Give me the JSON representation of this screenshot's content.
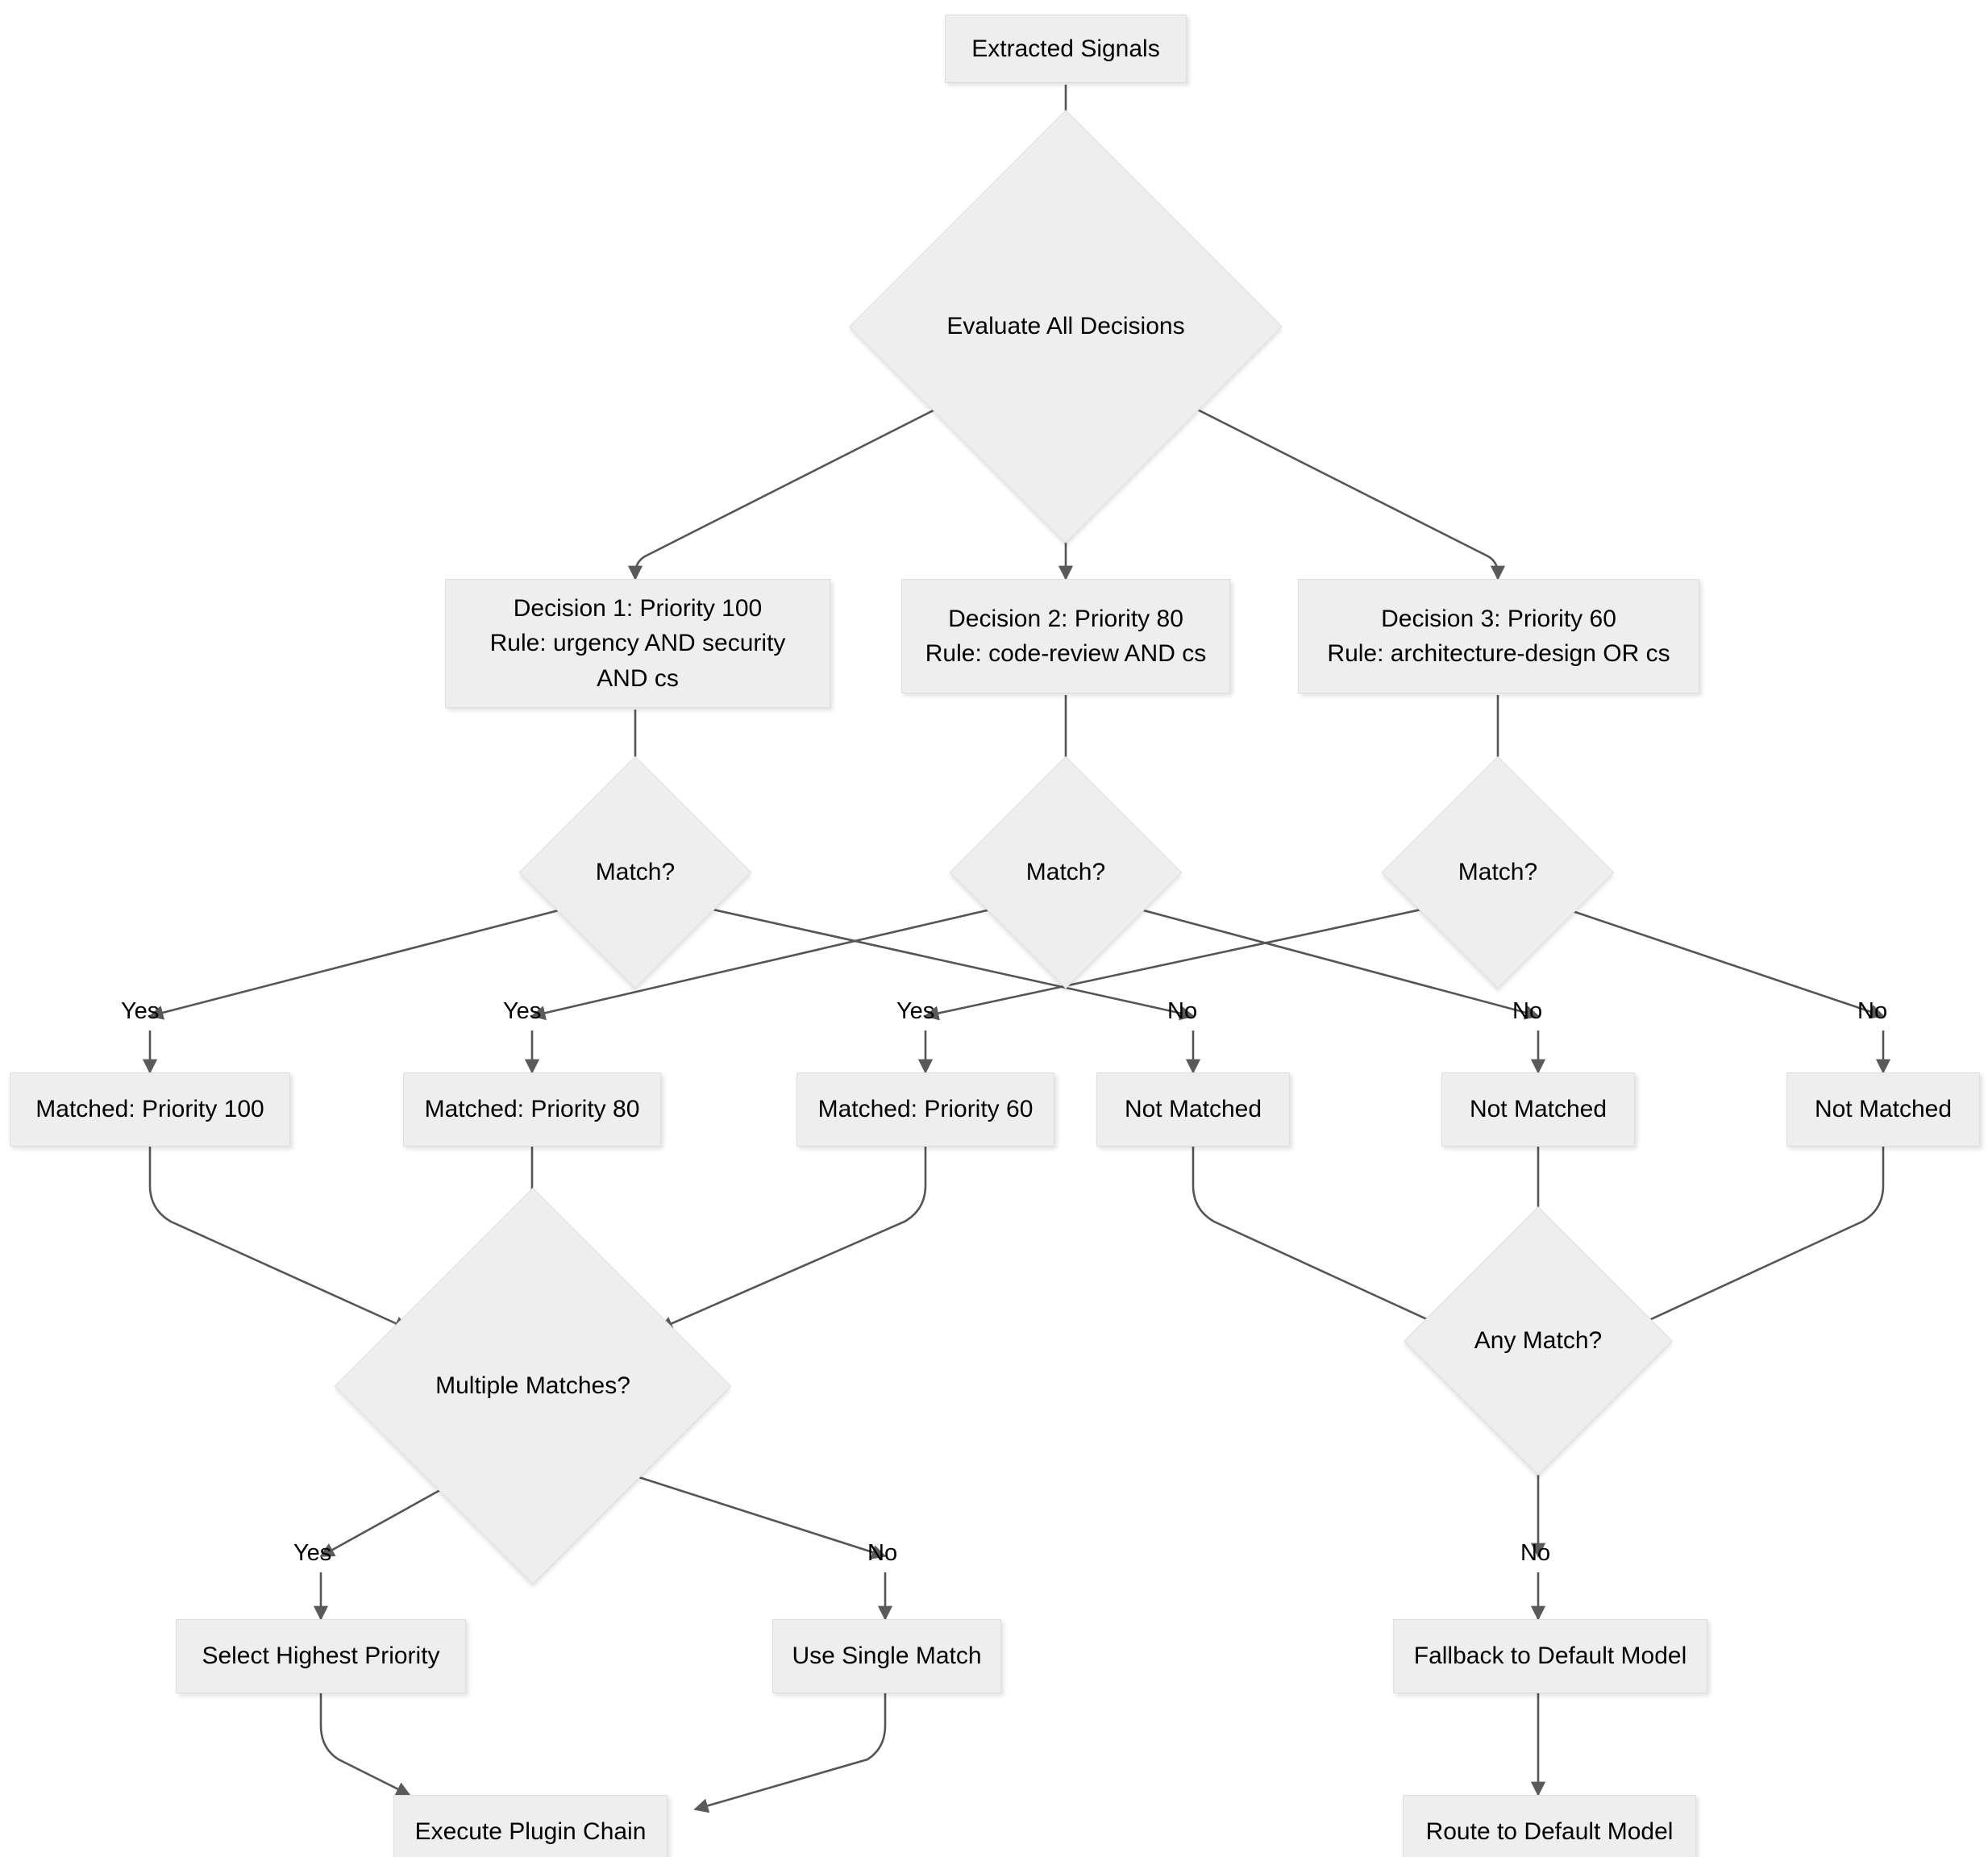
{
  "diagram": {
    "title": "Decision Routing Flowchart",
    "colors": {
      "node_fill": "#eeeeee",
      "node_stroke": "#dedede",
      "edge_stroke": "#555555",
      "text": "#000000",
      "background": "#ffffff"
    }
  },
  "nodes": {
    "extracted_signals": {
      "label": "Extracted Signals",
      "shape": "rect"
    },
    "evaluate_all": {
      "label": "Evaluate All Decisions",
      "shape": "diamond"
    },
    "decision1": {
      "shape": "rect",
      "line1": "Decision 1: Priority 100",
      "line2": "Rule: urgency AND security",
      "line3": "AND cs"
    },
    "decision2": {
      "shape": "rect",
      "line1": "Decision 2: Priority 80",
      "line2": "Rule: code-review AND cs"
    },
    "decision3": {
      "shape": "rect",
      "line1": "Decision 3: Priority 60",
      "line2": "Rule: architecture-design OR cs"
    },
    "match1": {
      "label": "Match?",
      "shape": "diamond"
    },
    "match2": {
      "label": "Match?",
      "shape": "diamond"
    },
    "match3": {
      "label": "Match?",
      "shape": "diamond"
    },
    "matched100": {
      "label": "Matched: Priority 100",
      "shape": "rect"
    },
    "matched80": {
      "label": "Matched: Priority 80",
      "shape": "rect"
    },
    "matched60": {
      "label": "Matched: Priority 60",
      "shape": "rect"
    },
    "notmatched1": {
      "label": "Not Matched",
      "shape": "rect"
    },
    "notmatched2": {
      "label": "Not Matched",
      "shape": "rect"
    },
    "notmatched3": {
      "label": "Not Matched",
      "shape": "rect"
    },
    "multiple_matches": {
      "label": "Multiple Matches?",
      "shape": "diamond"
    },
    "any_match": {
      "label": "Any Match?",
      "shape": "diamond"
    },
    "select_highest": {
      "label": "Select Highest Priority",
      "shape": "rect"
    },
    "use_single": {
      "label": "Use Single Match",
      "shape": "rect"
    },
    "fallback_default": {
      "label": "Fallback to Default Model",
      "shape": "rect"
    },
    "execute_plugin": {
      "label": "Execute Plugin Chain",
      "shape": "rect"
    },
    "route_default": {
      "label": "Route to Default Model",
      "shape": "rect"
    }
  },
  "edge_labels": {
    "yes1": "Yes",
    "yes2": "Yes",
    "yes3": "Yes",
    "no1": "No",
    "no2": "No",
    "no3": "No",
    "multiple_yes": "Yes",
    "multiple_no": "No",
    "any_no": "No"
  },
  "edges": [
    {
      "from": "extracted_signals",
      "to": "evaluate_all",
      "label": ""
    },
    {
      "from": "evaluate_all",
      "to": "decision1",
      "label": ""
    },
    {
      "from": "evaluate_all",
      "to": "decision2",
      "label": ""
    },
    {
      "from": "evaluate_all",
      "to": "decision3",
      "label": ""
    },
    {
      "from": "decision1",
      "to": "match1",
      "label": ""
    },
    {
      "from": "decision2",
      "to": "match2",
      "label": ""
    },
    {
      "from": "decision3",
      "to": "match3",
      "label": ""
    },
    {
      "from": "match1",
      "to": "matched100",
      "label": "Yes"
    },
    {
      "from": "match1",
      "to": "notmatched1",
      "label": "No"
    },
    {
      "from": "match2",
      "to": "matched80",
      "label": "Yes"
    },
    {
      "from": "match2",
      "to": "notmatched2",
      "label": "No"
    },
    {
      "from": "match3",
      "to": "matched60",
      "label": "Yes"
    },
    {
      "from": "match3",
      "to": "notmatched3",
      "label": "No"
    },
    {
      "from": "matched100",
      "to": "multiple_matches",
      "label": ""
    },
    {
      "from": "matched80",
      "to": "multiple_matches",
      "label": ""
    },
    {
      "from": "matched60",
      "to": "multiple_matches",
      "label": ""
    },
    {
      "from": "notmatched1",
      "to": "any_match",
      "label": ""
    },
    {
      "from": "notmatched2",
      "to": "any_match",
      "label": ""
    },
    {
      "from": "notmatched3",
      "to": "any_match",
      "label": ""
    },
    {
      "from": "multiple_matches",
      "to": "select_highest",
      "label": "Yes"
    },
    {
      "from": "multiple_matches",
      "to": "use_single",
      "label": "No"
    },
    {
      "from": "any_match",
      "to": "fallback_default",
      "label": "No"
    },
    {
      "from": "select_highest",
      "to": "execute_plugin",
      "label": ""
    },
    {
      "from": "use_single",
      "to": "execute_plugin",
      "label": ""
    },
    {
      "from": "fallback_default",
      "to": "route_default",
      "label": ""
    }
  ]
}
